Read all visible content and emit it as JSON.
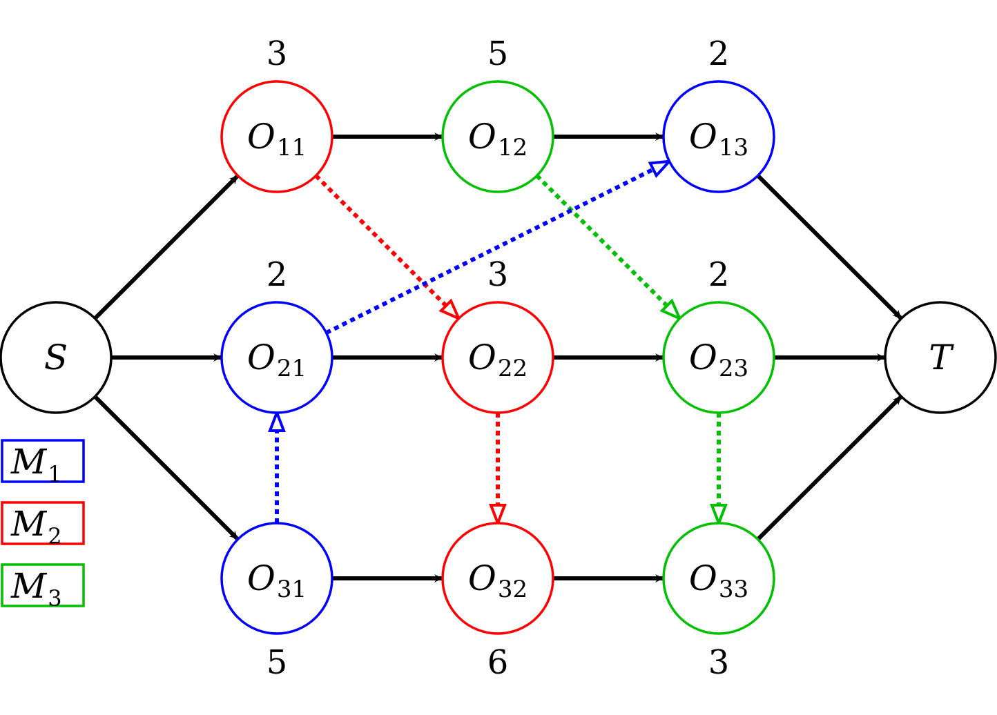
{
  "colors": {
    "M1": "#0000ff",
    "M2": "#ff0000",
    "M3": "#00c000",
    "neutral": "#000000"
  },
  "nodes": {
    "S": {
      "main": "S",
      "sub": "",
      "machine": null
    },
    "T": {
      "main": "T",
      "sub": "",
      "machine": null
    },
    "O11": {
      "main": "O",
      "sub": "11",
      "machine": "M2",
      "duration": "3"
    },
    "O12": {
      "main": "O",
      "sub": "12",
      "machine": "M3",
      "duration": "5"
    },
    "O13": {
      "main": "O",
      "sub": "13",
      "machine": "M1",
      "duration": "2"
    },
    "O21": {
      "main": "O",
      "sub": "21",
      "machine": "M1",
      "duration": "2"
    },
    "O22": {
      "main": "O",
      "sub": "22",
      "machine": "M2",
      "duration": "3"
    },
    "O23": {
      "main": "O",
      "sub": "23",
      "machine": "M3",
      "duration": "2"
    },
    "O31": {
      "main": "O",
      "sub": "31",
      "machine": "M1",
      "duration": "5"
    },
    "O32": {
      "main": "O",
      "sub": "32",
      "machine": "M2",
      "duration": "6"
    },
    "O33": {
      "main": "O",
      "sub": "33",
      "machine": "M3",
      "duration": "3"
    }
  },
  "conjunctive_edges": [
    [
      "S",
      "O11"
    ],
    [
      "S",
      "O21"
    ],
    [
      "S",
      "O31"
    ],
    [
      "O11",
      "O12"
    ],
    [
      "O12",
      "O13"
    ],
    [
      "O13",
      "T"
    ],
    [
      "O21",
      "O22"
    ],
    [
      "O22",
      "O23"
    ],
    [
      "O23",
      "T"
    ],
    [
      "O31",
      "O32"
    ],
    [
      "O32",
      "O33"
    ],
    [
      "O33",
      "T"
    ]
  ],
  "disjunctive_edges": [
    {
      "from": "O11",
      "to": "O22",
      "machine": "M2"
    },
    {
      "from": "O22",
      "to": "O32",
      "machine": "M2"
    },
    {
      "from": "O12",
      "to": "O23",
      "machine": "M3"
    },
    {
      "from": "O23",
      "to": "O33",
      "machine": "M3"
    },
    {
      "from": "O21",
      "to": "O13",
      "machine": "M1"
    },
    {
      "from": "O31",
      "to": "O21",
      "machine": "M1"
    }
  ],
  "legend": [
    {
      "key": "M1",
      "main": "M",
      "sub": "1"
    },
    {
      "key": "M2",
      "main": "M",
      "sub": "2"
    },
    {
      "key": "M3",
      "main": "M",
      "sub": "3"
    }
  ]
}
